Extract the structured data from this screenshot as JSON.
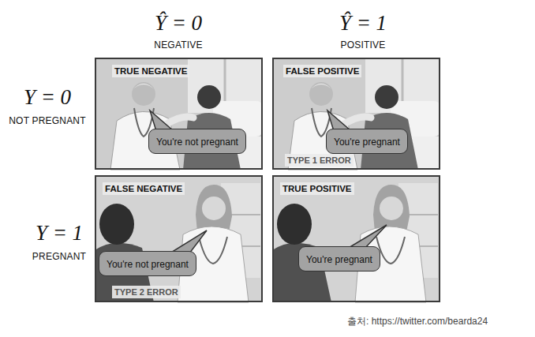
{
  "diagram": {
    "caption": "출처: https://twitter.com/bearda24",
    "nodes": [
      {
        "text": [
          "TRUE NEGATIVE"
        ]
      },
      {
        "text": [
          "You're not pregnant"
        ],
        "in": 0
      },
      {
        "text": [
          "FALSE POSITIVE",
          "TYPE 1 ERROR"
        ]
      },
      {
        "text": [
          "You're pregnant"
        ],
        "in": 2
      },
      {
        "text": [
          "FALSE NEGATIVE",
          "TYPE 2 ERROR"
        ]
      },
      {
        "text": [
          "You're not pregnant"
        ],
        "in": 4
      },
      {
        "text": [
          "TRUE POSITIVE"
        ]
      },
      {
        "text": [
          "You're pregnant"
        ],
        "in": 6
      }
    ],
    "labels": [
      "Ŷ = 0",
      "NEGATIVE",
      "Ŷ = 1",
      "POSITIVE",
      "Y = 0",
      "NOT PREGNANT",
      "Y = 1",
      "PREGNANT"
    ]
  }
}
